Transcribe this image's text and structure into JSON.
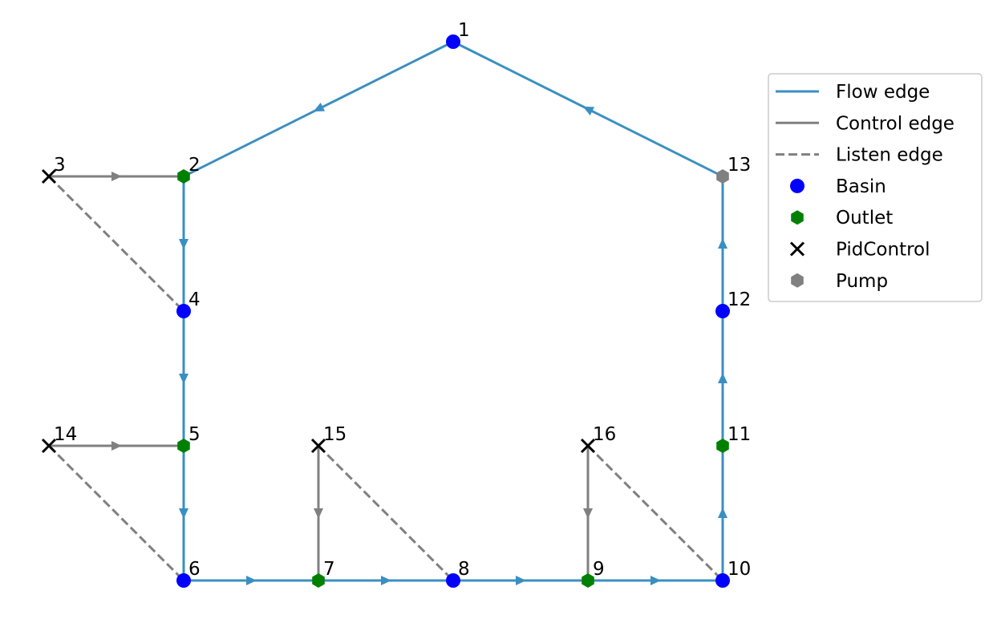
{
  "colors": {
    "flow_edge": "#3a8fc2",
    "control_edge": "#808080",
    "listen_edge": "#808080",
    "basin": "#0000ff",
    "outlet": "#008000",
    "pidcontrol": "#000000",
    "pump": "#808080"
  },
  "node_types": {
    "basin": {
      "label": "Basin",
      "marker": "circle"
    },
    "outlet": {
      "label": "Outlet",
      "marker": "hexagon"
    },
    "pidcontrol": {
      "label": "PidControl",
      "marker": "x"
    },
    "pump": {
      "label": "Pump",
      "marker": "hexagon"
    }
  },
  "nodes": [
    {
      "id": "1",
      "type": "basin"
    },
    {
      "id": "2",
      "type": "outlet"
    },
    {
      "id": "3",
      "type": "pidcontrol"
    },
    {
      "id": "4",
      "type": "basin"
    },
    {
      "id": "5",
      "type": "outlet"
    },
    {
      "id": "6",
      "type": "basin"
    },
    {
      "id": "7",
      "type": "outlet"
    },
    {
      "id": "8",
      "type": "basin"
    },
    {
      "id": "9",
      "type": "outlet"
    },
    {
      "id": "10",
      "type": "basin"
    },
    {
      "id": "11",
      "type": "outlet"
    },
    {
      "id": "12",
      "type": "basin"
    },
    {
      "id": "13",
      "type": "pump"
    },
    {
      "id": "14",
      "type": "pidcontrol"
    },
    {
      "id": "15",
      "type": "pidcontrol"
    },
    {
      "id": "16",
      "type": "pidcontrol"
    }
  ],
  "edges": [
    {
      "from": "1",
      "to": "2",
      "kind": "flow"
    },
    {
      "from": "2",
      "to": "4",
      "kind": "flow"
    },
    {
      "from": "4",
      "to": "5",
      "kind": "flow"
    },
    {
      "from": "5",
      "to": "6",
      "kind": "flow"
    },
    {
      "from": "6",
      "to": "7",
      "kind": "flow"
    },
    {
      "from": "7",
      "to": "8",
      "kind": "flow"
    },
    {
      "from": "8",
      "to": "9",
      "kind": "flow"
    },
    {
      "from": "9",
      "to": "10",
      "kind": "flow"
    },
    {
      "from": "10",
      "to": "11",
      "kind": "flow"
    },
    {
      "from": "11",
      "to": "12",
      "kind": "flow"
    },
    {
      "from": "12",
      "to": "13",
      "kind": "flow"
    },
    {
      "from": "13",
      "to": "1",
      "kind": "flow"
    },
    {
      "from": "3",
      "to": "2",
      "kind": "control"
    },
    {
      "from": "14",
      "to": "5",
      "kind": "control"
    },
    {
      "from": "15",
      "to": "7",
      "kind": "control"
    },
    {
      "from": "16",
      "to": "9",
      "kind": "control"
    },
    {
      "from": "3",
      "to": "4",
      "kind": "listen"
    },
    {
      "from": "14",
      "to": "6",
      "kind": "listen"
    },
    {
      "from": "15",
      "to": "8",
      "kind": "listen"
    },
    {
      "from": "16",
      "to": "10",
      "kind": "listen"
    }
  ],
  "legend": [
    {
      "label": "Flow edge",
      "kind": "line",
      "style": "flow"
    },
    {
      "label": "Control edge",
      "kind": "line",
      "style": "control"
    },
    {
      "label": "Listen edge",
      "kind": "line",
      "style": "listen"
    },
    {
      "label": "Basin",
      "kind": "marker",
      "style": "basin"
    },
    {
      "label": "Outlet",
      "kind": "marker",
      "style": "outlet"
    },
    {
      "label": "PidControl",
      "kind": "marker",
      "style": "pidcontrol"
    },
    {
      "label": "Pump",
      "kind": "marker",
      "style": "pump"
    }
  ]
}
